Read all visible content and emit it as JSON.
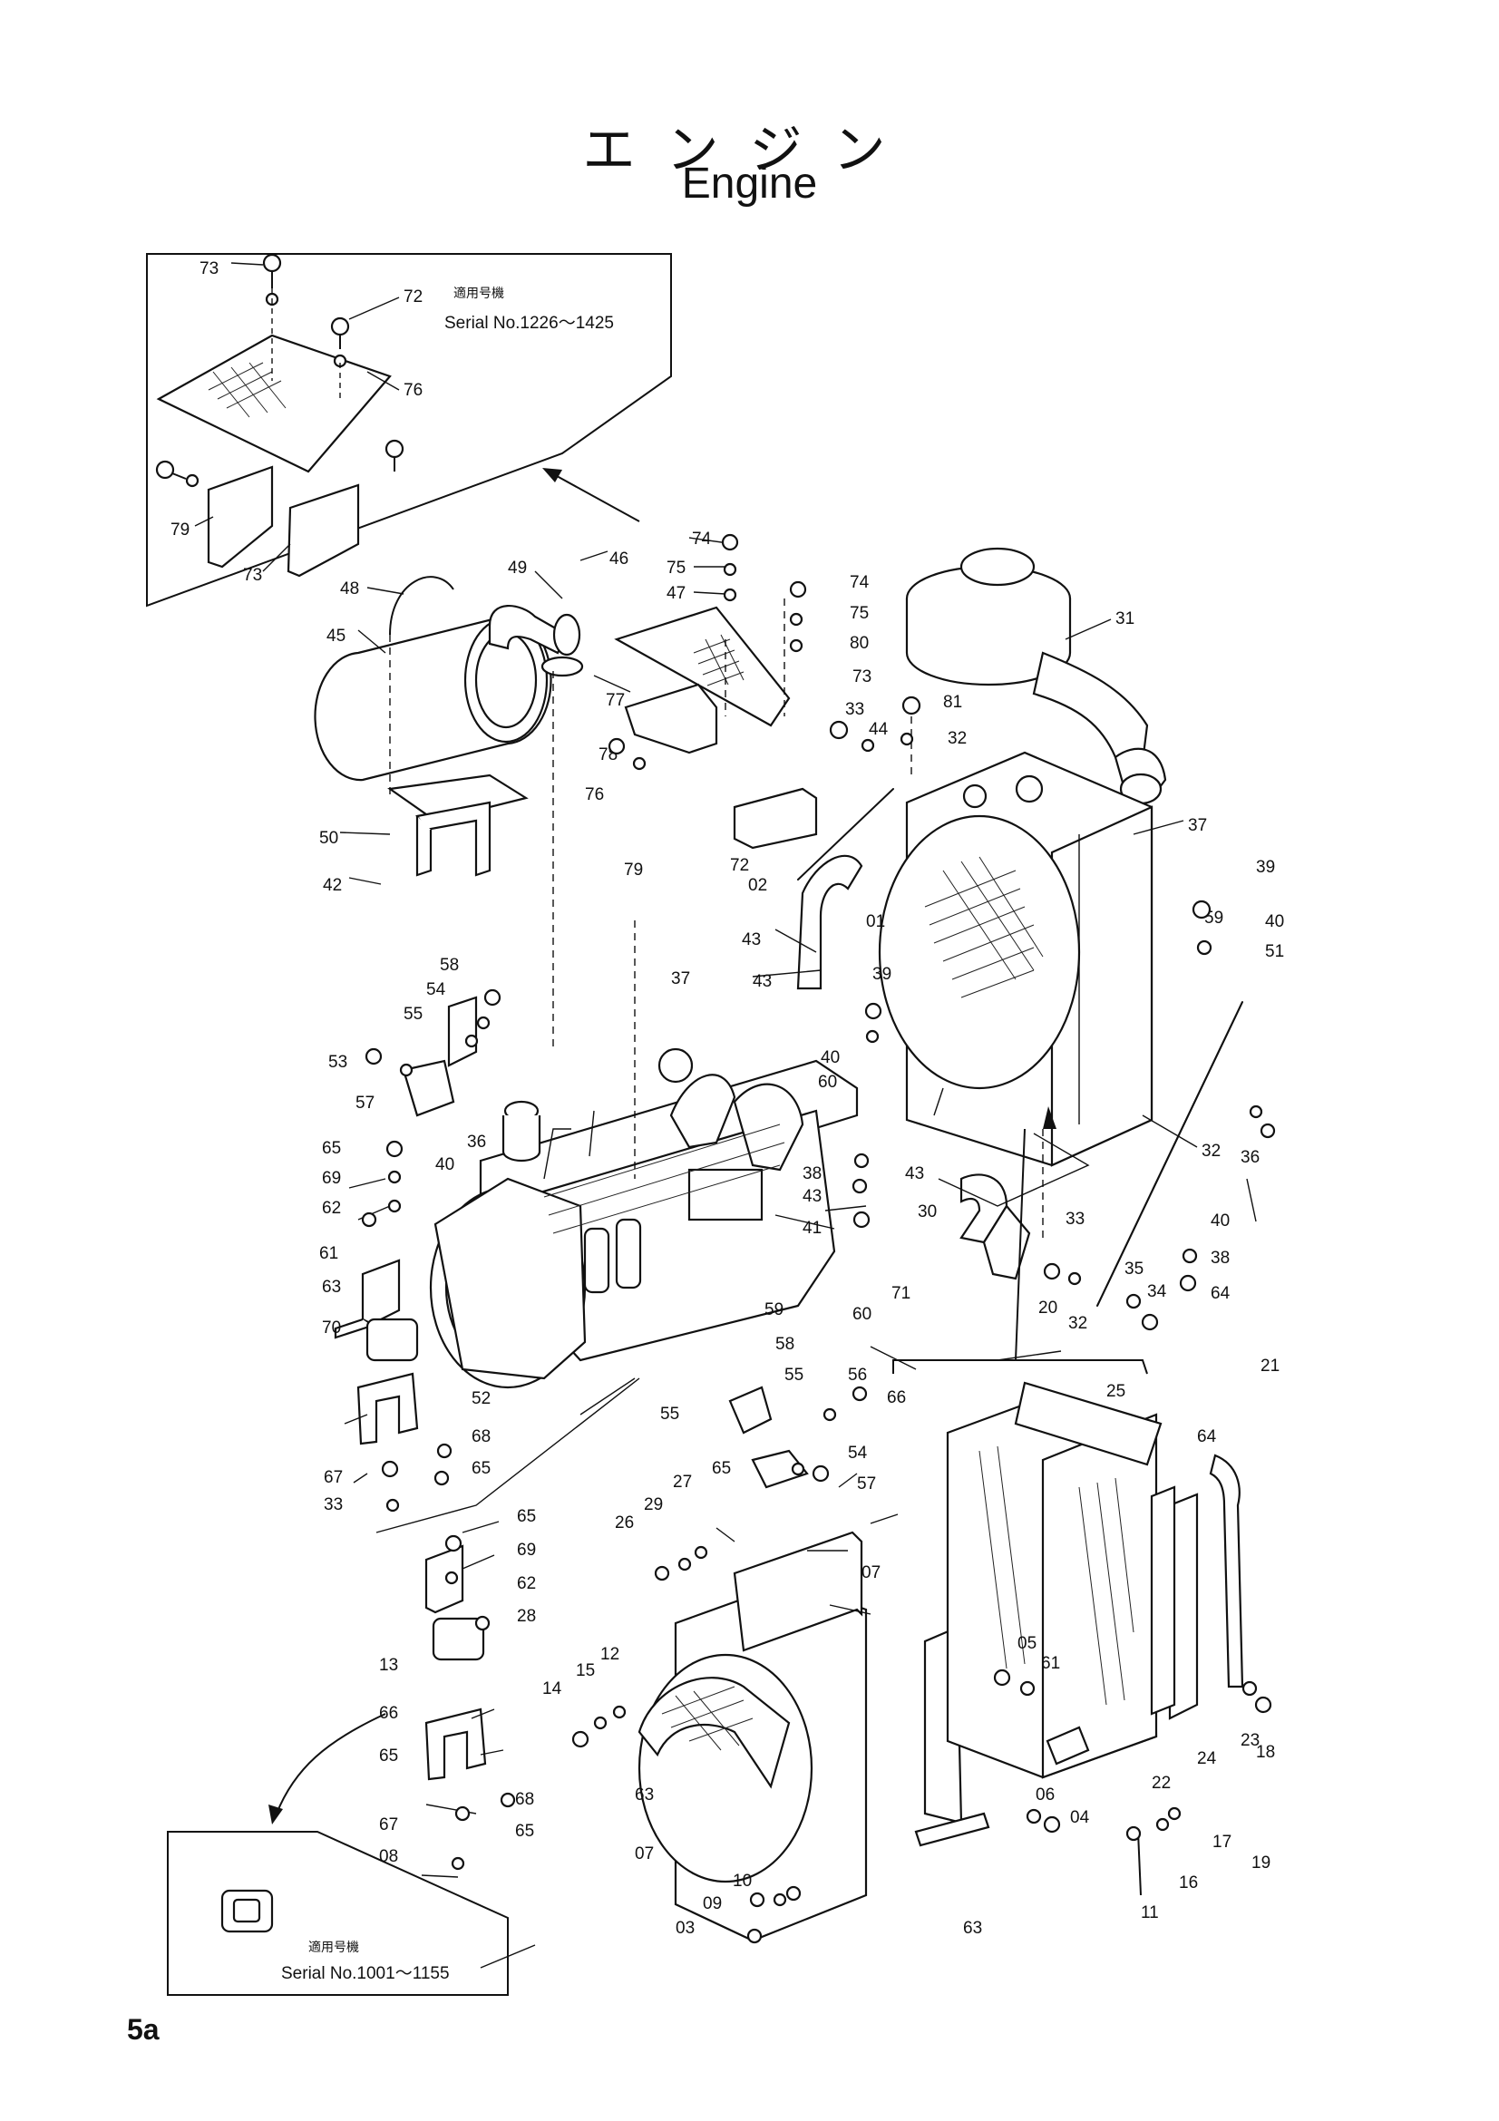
{
  "title_jp": "エンジン",
  "title_en": "Engine",
  "page_number": "5a",
  "insets": {
    "top": {
      "caption": "適用号機",
      "serial": "Serial No.1226〜1425"
    },
    "bottom": {
      "caption": "適用号機",
      "serial": "Serial No.1001〜1155"
    }
  },
  "part_labels": [
    "73",
    "72",
    "76",
    "79",
    "73",
    "74",
    "75",
    "47",
    "46",
    "49",
    "48",
    "45",
    "77",
    "78",
    "76",
    "79",
    "72",
    "73",
    "74",
    "75",
    "80",
    "81",
    "32",
    "33",
    "44",
    "31",
    "02",
    "37",
    "39",
    "40",
    "51",
    "50",
    "42",
    "43",
    "01",
    "43",
    "37",
    "39",
    "40",
    "60",
    "59",
    "58",
    "54",
    "55",
    "53",
    "57",
    "36",
    "40",
    "38",
    "43",
    "41",
    "43",
    "30",
    "33",
    "32",
    "36",
    "40",
    "38",
    "64",
    "65",
    "69",
    "62",
    "61",
    "63",
    "70",
    "71",
    "60",
    "59",
    "58",
    "55",
    "56",
    "66",
    "52",
    "55",
    "54",
    "57",
    "65",
    "68",
    "65",
    "67",
    "33",
    "35",
    "34",
    "32",
    "20",
    "21",
    "25",
    "64",
    "65",
    "69",
    "62",
    "28",
    "29",
    "27",
    "26",
    "07",
    "05",
    "61",
    "13",
    "14",
    "15",
    "12",
    "63",
    "66",
    "65",
    "68",
    "65",
    "67",
    "08",
    "07",
    "06",
    "04",
    "22",
    "24",
    "23",
    "18",
    "17",
    "19",
    "16",
    "11",
    "10",
    "09",
    "03",
    "63"
  ]
}
